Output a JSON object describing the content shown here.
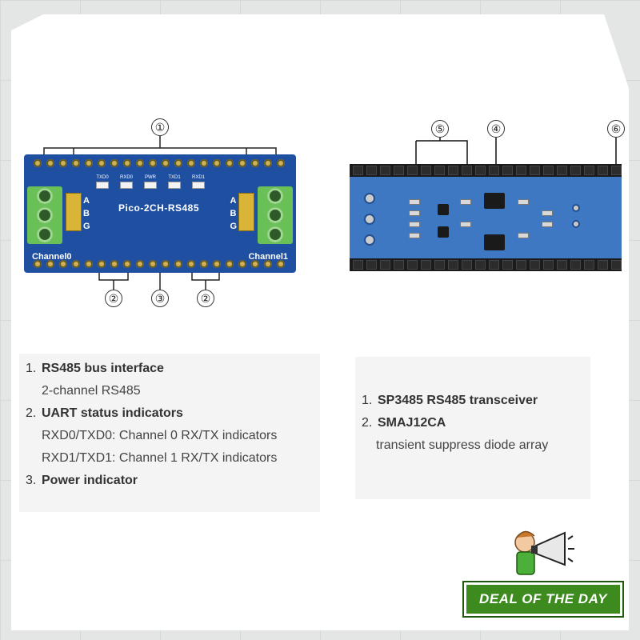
{
  "left_board": {
    "title": "Pico-2CH-RS485",
    "led_labels": [
      "TXD0",
      "RXD0",
      "PWR",
      "TXD1",
      "RXD1"
    ],
    "terminal_letters": [
      "A",
      "B",
      "G"
    ],
    "channel_left": "Channel0",
    "channel_right": "Channel1",
    "callouts_top": [
      "①"
    ],
    "callouts_bottom": [
      "②",
      "③",
      "②"
    ]
  },
  "right_board": {
    "callouts": [
      "⑤",
      "④",
      "⑥"
    ]
  },
  "left_panel": {
    "items": [
      {
        "num": "1.",
        "title": "RS485 bus interface"
      },
      {
        "num": "2.",
        "title": "UART status indicators"
      },
      {
        "num": "3.",
        "title": "Power indicator"
      }
    ],
    "subs": [
      "2-channel RS485",
      "RXD0/TXD0: Channel 0 RX/TX indicators",
      "RXD1/TXD1: Channel 1 RX/TX indicators"
    ]
  },
  "right_panel": {
    "items": [
      {
        "num": "1.",
        "title": "SP3485 RS485 transceiver"
      },
      {
        "num": "2.",
        "title": "SMAJ12CA"
      }
    ],
    "subs": [
      "transient suppress diode array"
    ]
  },
  "badge": {
    "text": "DEAL OF THE DAY",
    "color": "#3d8a1f"
  }
}
